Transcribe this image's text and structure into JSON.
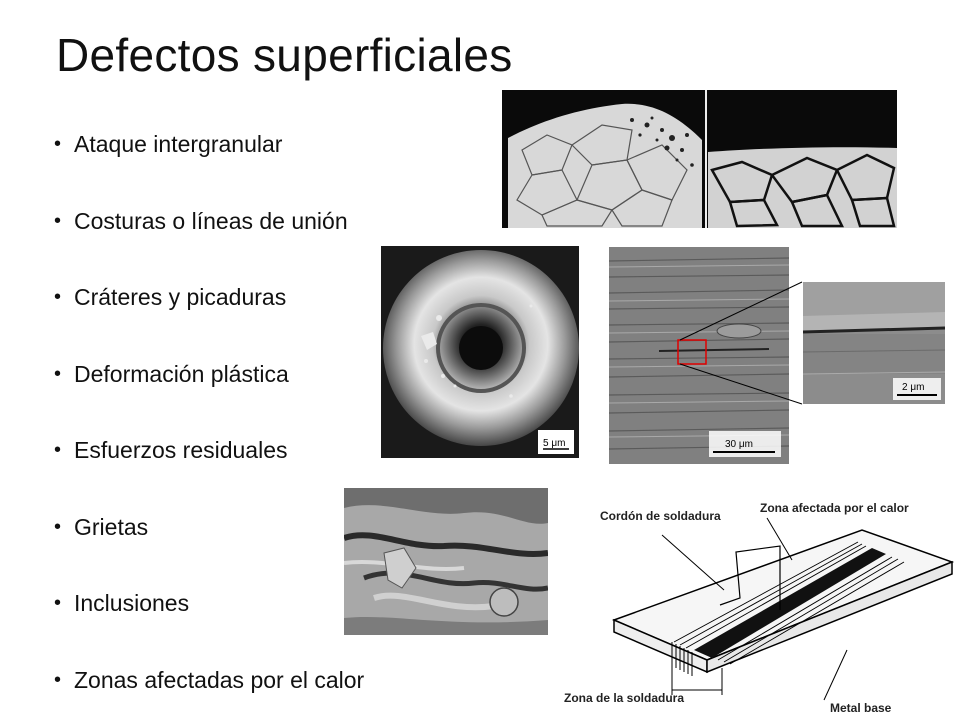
{
  "slide": {
    "title": "Defectos superficiales",
    "bullets": [
      "Ataque intergranular",
      "Costuras o líneas de unión",
      "Cráteres y picaduras",
      "Deformación plástica",
      "Esfuerzos residuales",
      "Grietas",
      "Inclusiones",
      "Zonas afectadas por el calor"
    ]
  },
  "figures": {
    "crater_scale": "5 μm",
    "sem_scale": "30 μm",
    "zoom_scale": "2 μm",
    "weld_labels": {
      "bead": "Cordón de soldadura",
      "haz": "Zona afectada por el calor",
      "weld_zone": "Zona de la soldadura",
      "base_metal": "Metal base"
    }
  }
}
